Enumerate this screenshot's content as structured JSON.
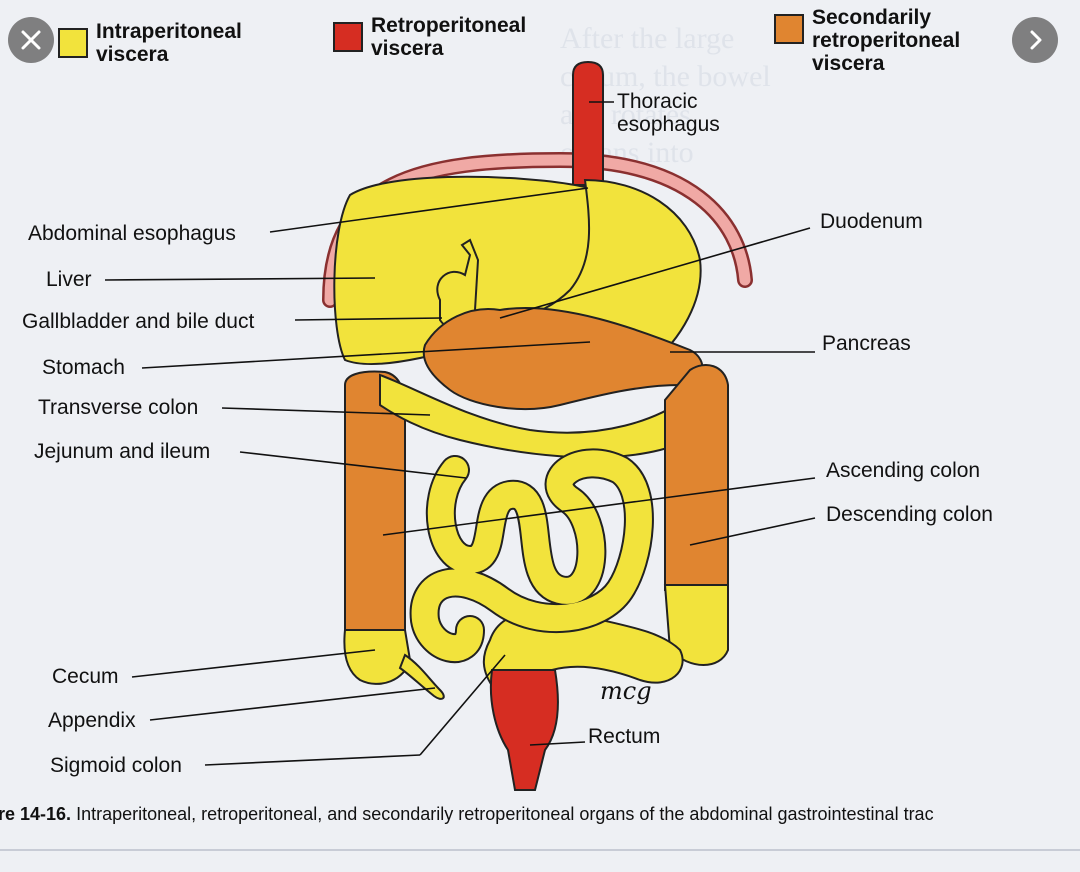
{
  "legend": [
    {
      "label": "Intraperitoneal\nviscera",
      "color": "#f2e33c"
    },
    {
      "label": "Retroperitoneal\nviscera",
      "color": "#d62d22"
    },
    {
      "label": "Secondarily\nretroperitoneal\nviscera",
      "color": "#e08530"
    }
  ],
  "labels": {
    "thoracic_esophagus": "Thoracic\nesophagus",
    "abdominal_esophagus": "Abdominal esophagus",
    "liver": "Liver",
    "gallbladder": "Gallbladder and bile duct",
    "stomach": "Stomach",
    "transverse_colon": "Transverse colon",
    "jejunum_ileum": "Jejunum and ileum",
    "cecum": "Cecum",
    "appendix": "Appendix",
    "sigmoid_colon": "Sigmoid colon",
    "duodenum": "Duodenum",
    "pancreas": "Pancreas",
    "ascending_colon": "Ascending colon",
    "descending_colon": "Descending colon",
    "rectum": "Rectum"
  },
  "signature": "mcg",
  "caption": {
    "figure": "re 14-16.",
    "text": " Intraperitoneal, retroperitoneal, and secondarily retroperitoneal organs of the abdominal gastrointestinal trac"
  },
  "nav": {
    "close_icon": "close-icon",
    "next_icon": "chevron-right-icon"
  }
}
